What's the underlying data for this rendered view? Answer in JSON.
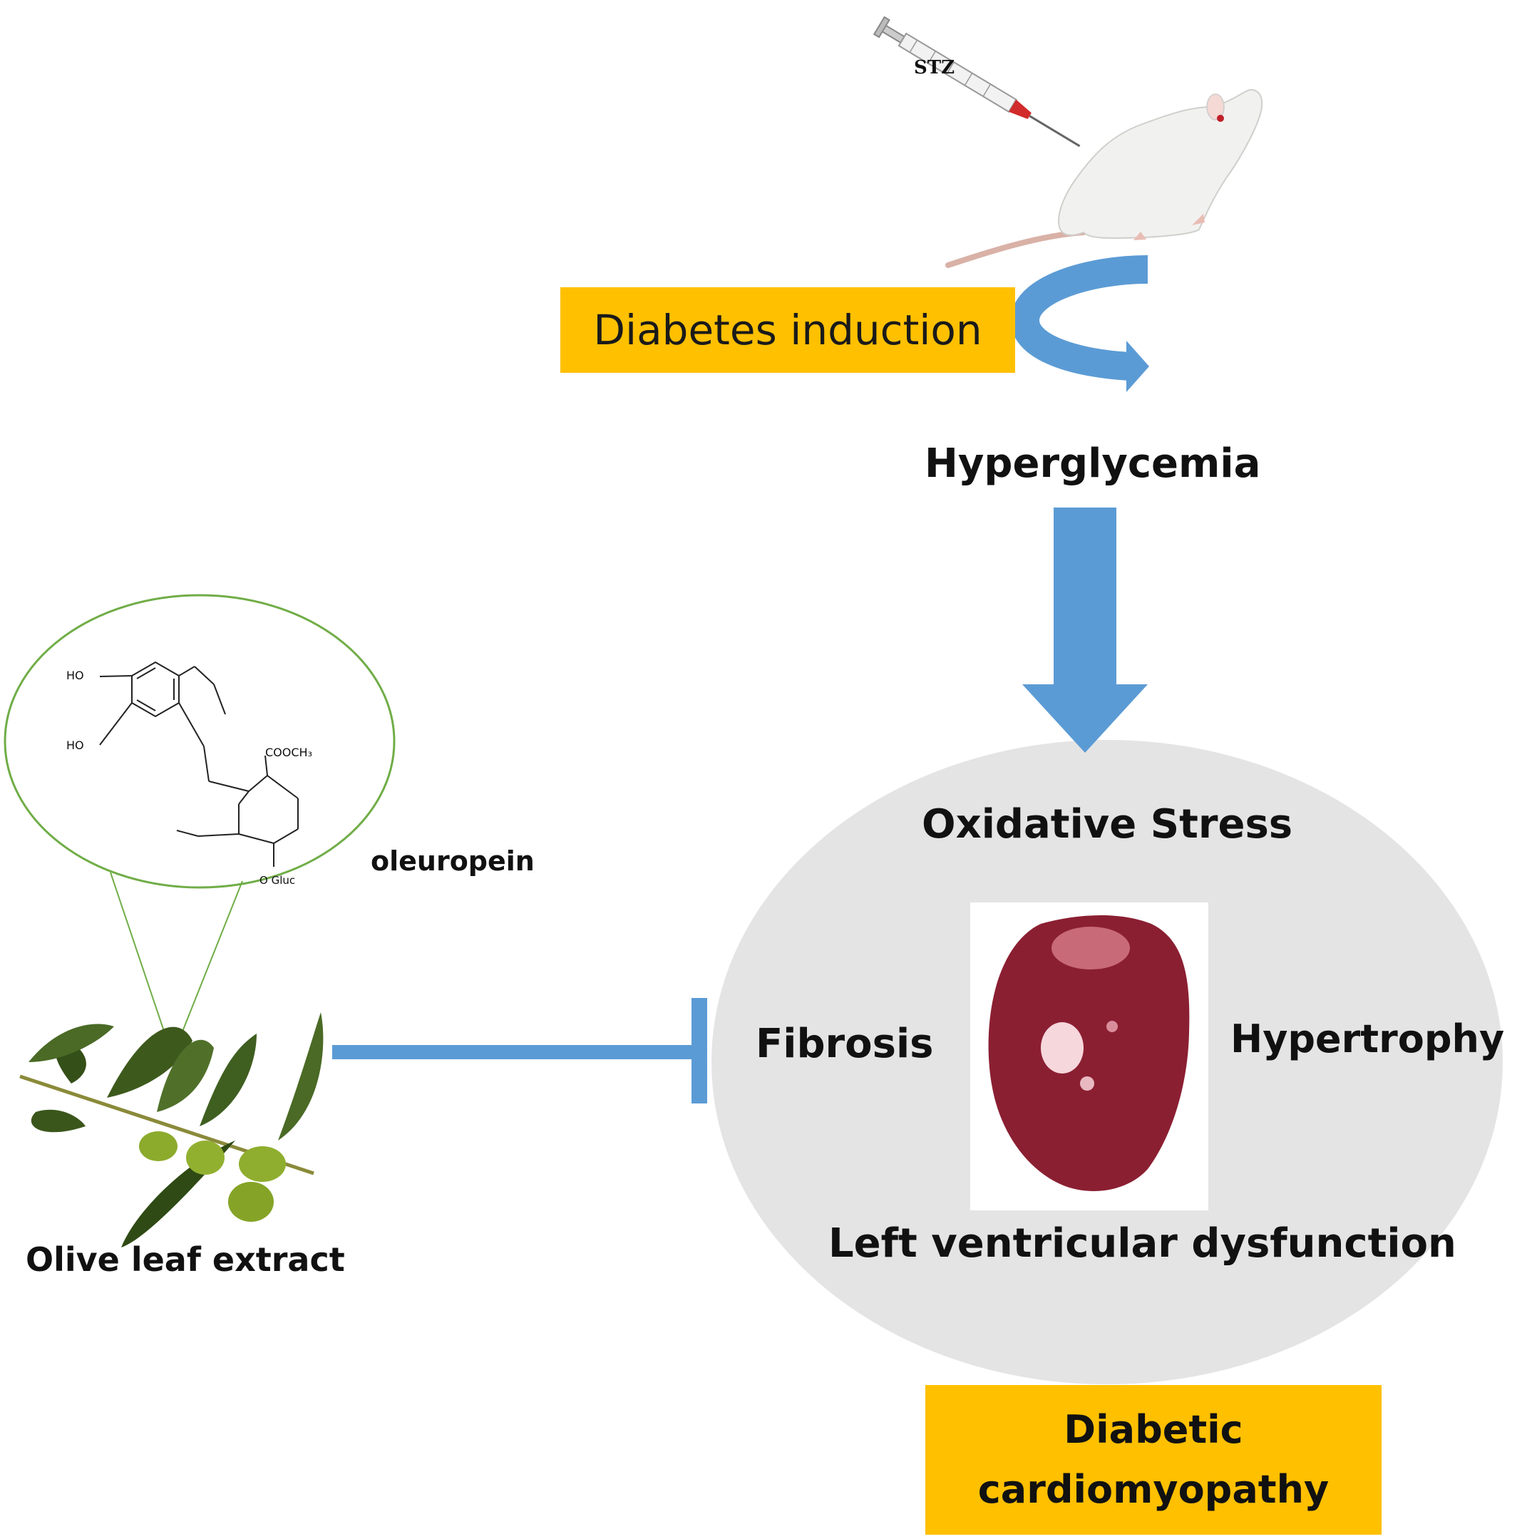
{
  "drug_label": "STZ",
  "induction_label": "Diabetes induction",
  "hyperglycemia_label": "Hyperglycemia",
  "oxidative_label": "Oxidative Stress",
  "fibrosis_label": "Fibrosis",
  "hypertrophy_label": "Hypertrophy",
  "lv_label": "Left ventricular dysfunction",
  "outcome_label": "Diabetic\ncardiomyopathy",
  "compound_label": "oleuropein",
  "extract_label": "Olive leaf extract",
  "molecule_text": {
    "ho1": "HO",
    "ho2": "HO",
    "ester": "COOCH₃",
    "glucoside": "O Gluc"
  },
  "colors": {
    "arrow_blue": "#5b9bd5",
    "box_orange": "#ffc000",
    "ellipse_grey": "#e4e4e4",
    "zoom_green": "#70ad47"
  },
  "icons": [
    "syringe-icon",
    "rat-illustration",
    "heart-photo",
    "olive-branch-illustration",
    "oleuropein-structure"
  ]
}
